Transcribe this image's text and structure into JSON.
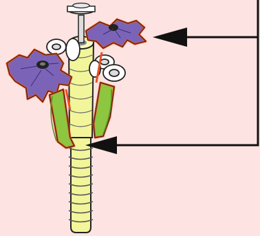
{
  "diagram": {
    "subject": "assembly-illustration",
    "callouts": [
      {
        "name": "upper-callout",
        "points_to": "upper-petal-parts"
      },
      {
        "name": "lower-callout",
        "points_to": "stem-junction"
      }
    ]
  },
  "colors": {
    "background": "#fde3e1",
    "stem": "#f2f59a",
    "petal": "#7b64b8",
    "leaf": "#8dc63f",
    "outline_highlight": "#e8501e",
    "white_parts": "#ffffff",
    "line": "#111111"
  }
}
